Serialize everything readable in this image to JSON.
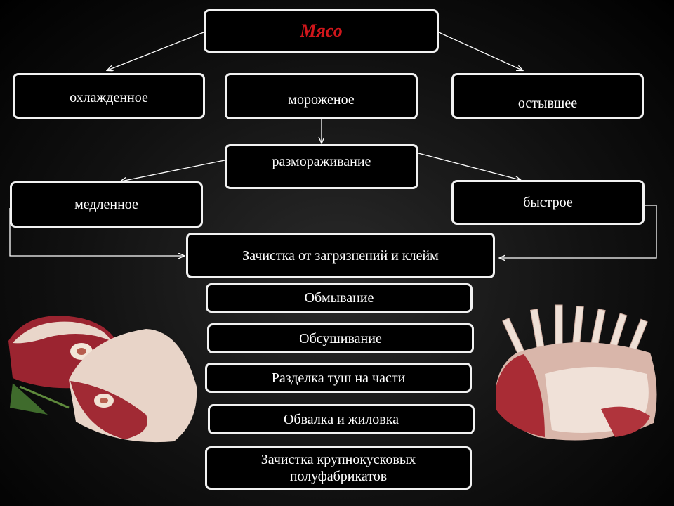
{
  "diagram": {
    "root": "Мясо",
    "categories": [
      "охлажденное",
      "мороженое",
      "остывшее"
    ],
    "thawing": "размораживание",
    "thaw_methods": [
      "медленное",
      "быстрое"
    ],
    "steps": [
      "Зачистка от загрязнений и клейм",
      "Обмывание",
      "Обсушивание",
      "Разделка туш на части",
      "Обвалка и жиловка",
      "Зачистка крупнокусковых полуфабрикатов"
    ]
  },
  "colors": {
    "root_text": "#d0161b",
    "box_border": "#f2f2f2",
    "box_fill": "#000000",
    "text": "#ffffff"
  }
}
